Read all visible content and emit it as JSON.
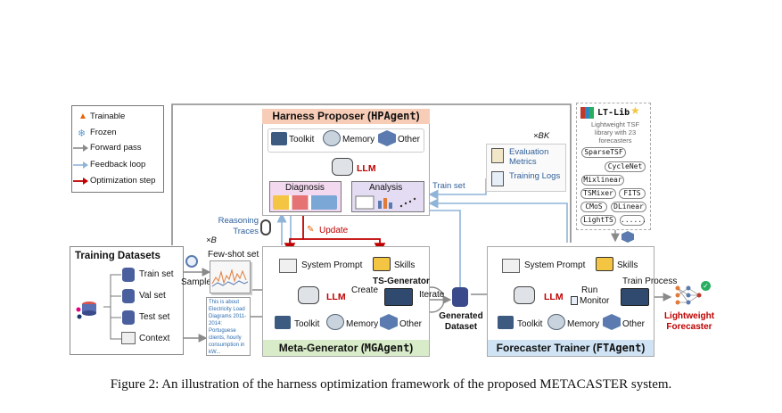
{
  "legend": {
    "items": [
      {
        "icon": "fire-icon",
        "label": "Trainable"
      },
      {
        "icon": "snowflake-icon",
        "label": "Frozen"
      },
      {
        "icon": "gray-arrow-icon",
        "label": "Forward pass"
      },
      {
        "icon": "blue-arrow-icon",
        "label": "Feedback loop"
      },
      {
        "icon": "red-arrow-icon",
        "label": "Optimization step"
      }
    ]
  },
  "datasets": {
    "title": "Training Datasets",
    "items": [
      "Train set",
      "Val set",
      "Test set",
      "Context"
    ]
  },
  "few_shot": {
    "multiplier": "×B",
    "label": "Few-shot set",
    "sample_label": "Sample",
    "context_text": "This is about Electricity Load Diagrams 2011-2014: Portuguese clients, hourly consumption in kW..."
  },
  "hp": {
    "title_prefix": "Harness Proposer (",
    "title_code": "HPAgent",
    "title_suffix": ")",
    "toolkit": "Toolkit",
    "memory": "Memory",
    "other": "Other",
    "llm": "LLM",
    "diagnosis": "Diagnosis",
    "analysis": "Analysis"
  },
  "mg": {
    "title_prefix": "Meta-Generator (",
    "title_code": "MGAgent",
    "title_suffix": ")",
    "system_prompt": "System Prompt",
    "skills": "Skills",
    "llm": "LLM",
    "create": "Create",
    "ts_generator": "TS-Generator",
    "toolkit": "Toolkit",
    "memory": "Memory",
    "other": "Other"
  },
  "labels": {
    "reasoning_traces": "Reasoning Traces",
    "update": "Update",
    "iterate": "Iterate",
    "generated_dataset": "Generated Dataset",
    "train_set": "Train set",
    "xbk": "×BK",
    "evaluation_metrics": "Evaluation Metrics",
    "training_logs": "Training Logs"
  },
  "ltlib": {
    "title": "LT-Lib",
    "desc": "Lightweight TSF library with 23 forecasters",
    "models": [
      "SparseTSF",
      "CycleNet",
      "Mixlinear",
      "TSMixer",
      "FITS",
      "CMoS",
      "DLinear",
      "LightTS",
      "......"
    ]
  },
  "ft": {
    "title_prefix": "Forecaster Trainer (",
    "title_code": "FTAgent",
    "title_suffix": ")",
    "system_prompt": "System Prompt",
    "skills": "Skills",
    "llm": "LLM",
    "run": "Run",
    "monitor": "Monitor",
    "train_process": "Train Process",
    "toolkit": "Toolkit",
    "memory": "Memory",
    "other": "Other",
    "output": "Lightweight Forecaster"
  },
  "caption": {
    "prefix": "Figure 2: An illustration of the harness optimization framework of the proposed ",
    "name": "METACASTER",
    "suffix": " system."
  },
  "colors": {
    "gray_arrow": "#8a8a8a",
    "blue_arrow": "#8fb4d8",
    "red_arrow": "#c00000",
    "hp_header": "#f7cdb8",
    "mg_footer": "#d9ecc9",
    "ft_footer": "#cfe3f4",
    "llm_red": "#c00000",
    "diagnosis_bg": "#f3d9ef",
    "analysis_bg": "#e4dcf2",
    "forecaster_red": "#c00000"
  }
}
